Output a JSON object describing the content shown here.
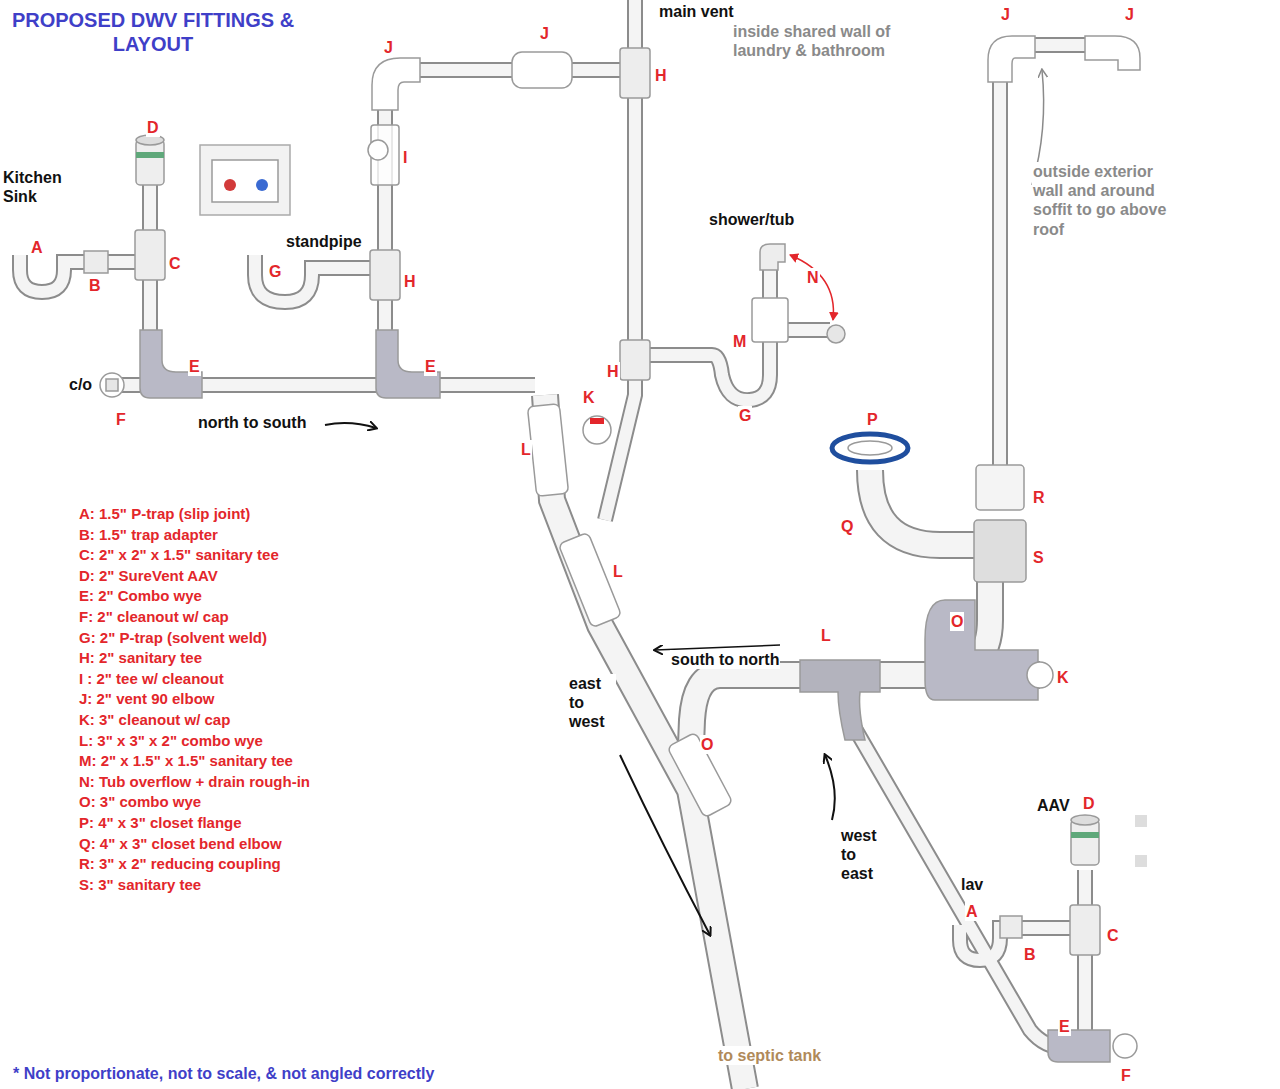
{
  "diagram": {
    "title": "PROPOSED DWV FITTINGS & LAYOUT",
    "caption": "* Not proportionate, not to scale, & not angled correctly",
    "labels": [
      "Kitchen Sink",
      "A",
      "B",
      "C",
      "D",
      "E",
      "c/o",
      "F",
      "north to south",
      "standpipe",
      "G",
      "H",
      "E",
      "I",
      "J",
      "J",
      "H",
      "main vent",
      "inside shared wall of laundry & bathroom",
      "shower/tub",
      "N",
      "M",
      "H",
      "G",
      "K",
      "L",
      "L",
      "J",
      "J",
      "outside exterior wall and around soffit to go above roof",
      "P",
      "Q",
      "R",
      "S",
      "O",
      "south to north",
      "L",
      "K",
      "east to west",
      "O",
      "west to east",
      "AAV",
      "D",
      "lav",
      "A",
      "B",
      "C",
      "E",
      "F",
      "to septic tank",
      "A: 1.5\" P-trap (slip joint)",
      "B: 1.5\" trap adapter",
      "C: 2\" x 2\" x 1.5\" sanitary tee",
      "D: 2\" SureVent AAV",
      "E: 2\" Combo wye",
      "F: 2\" cleanout w/ cap",
      "G: 2\" P-trap (solvent weld)",
      "H: 2\" sanitary tee",
      "I : 2\" tee w/ cleanout",
      "J: 2\" vent 90 elbow",
      "K: 3\" cleanout w/ cap",
      "L: 3\" x 3\" x 2\" combo wye",
      "M: 2\" x 1.5\" x 1.5\" sanitary tee",
      "N: Tub overflow + drain rough-in",
      "O: 3\" combo wye",
      "P: 4\" x 3\" closet flange",
      "Q: 4\" x 3\" closet bend elbow",
      "R: 3\" x 2\" reducing coupling",
      "S: 3\" sanitary tee"
    ]
  }
}
